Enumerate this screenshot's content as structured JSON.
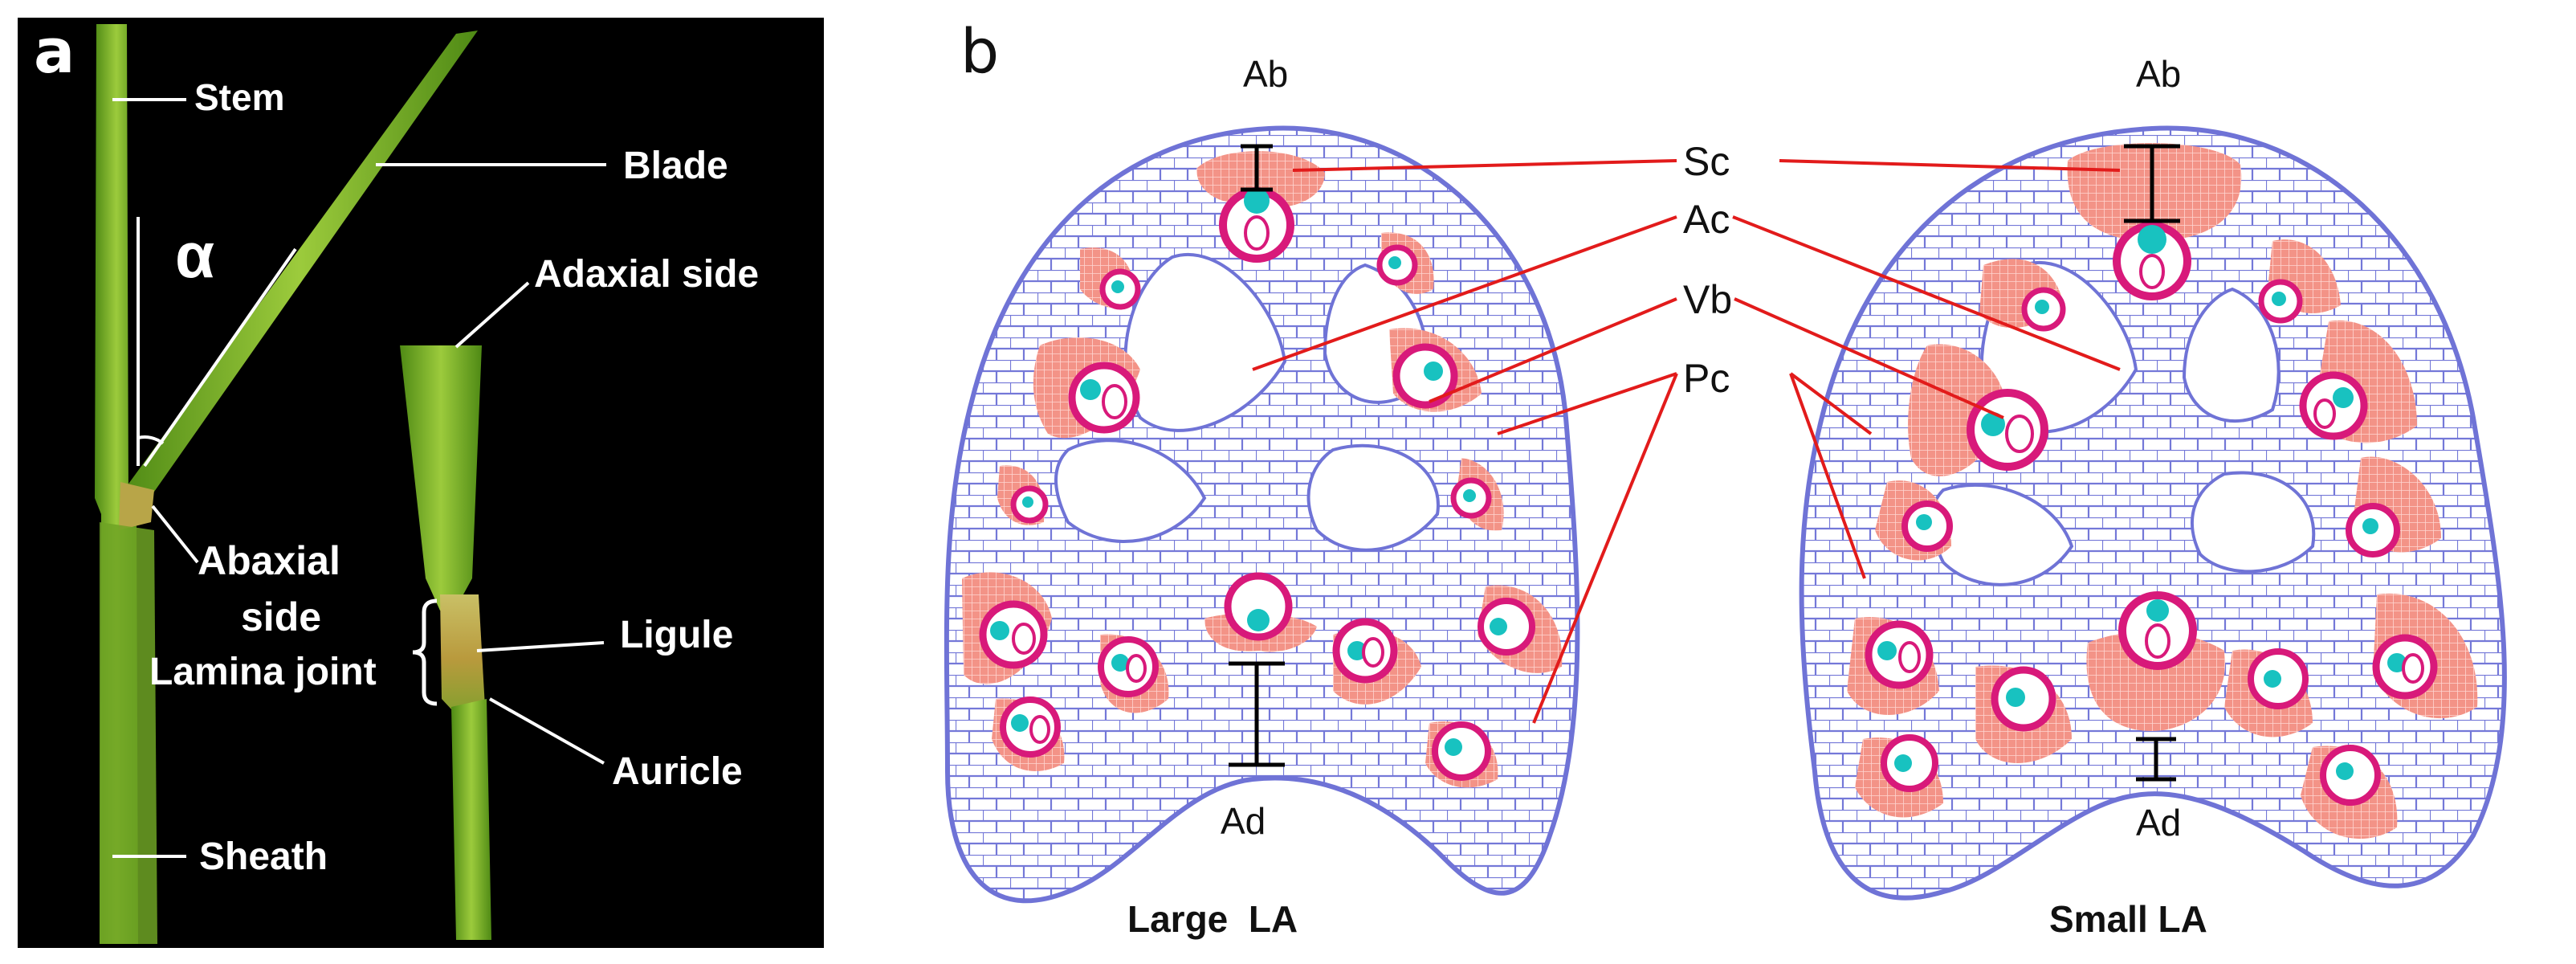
{
  "panel_a": {
    "letter": "a",
    "labels": {
      "stem": "Stem",
      "blade": "Blade",
      "alpha": "α",
      "adaxial_side": "Adaxial side",
      "abaxial_side_line1": "Abaxial",
      "abaxial_side_line2": "side",
      "lamina_joint": "Lamina joint",
      "ligule": "Ligule",
      "auricle": "Auricle",
      "sheath": "Sheath"
    }
  },
  "panel_b": {
    "letter": "b",
    "left_section": {
      "top": "Ab",
      "bottom": "Ad",
      "caption": "Large  LA"
    },
    "right_section": {
      "top": "Ab",
      "bottom": "Ad",
      "caption": "Small LA"
    },
    "center_labels": {
      "sc": "Sc",
      "ac": "Ac",
      "vb": "Vb",
      "pc": "Pc"
    }
  },
  "colors": {
    "panel_a_background": "#000000",
    "leaf_green": "#7fb52e",
    "parenchyma_outline": "#6f73d6",
    "sclerenchyma": "#f08a80",
    "vascular_ring": "#d8197a",
    "phloem": "#18c2c0",
    "leader_line": "#e21b1b"
  }
}
